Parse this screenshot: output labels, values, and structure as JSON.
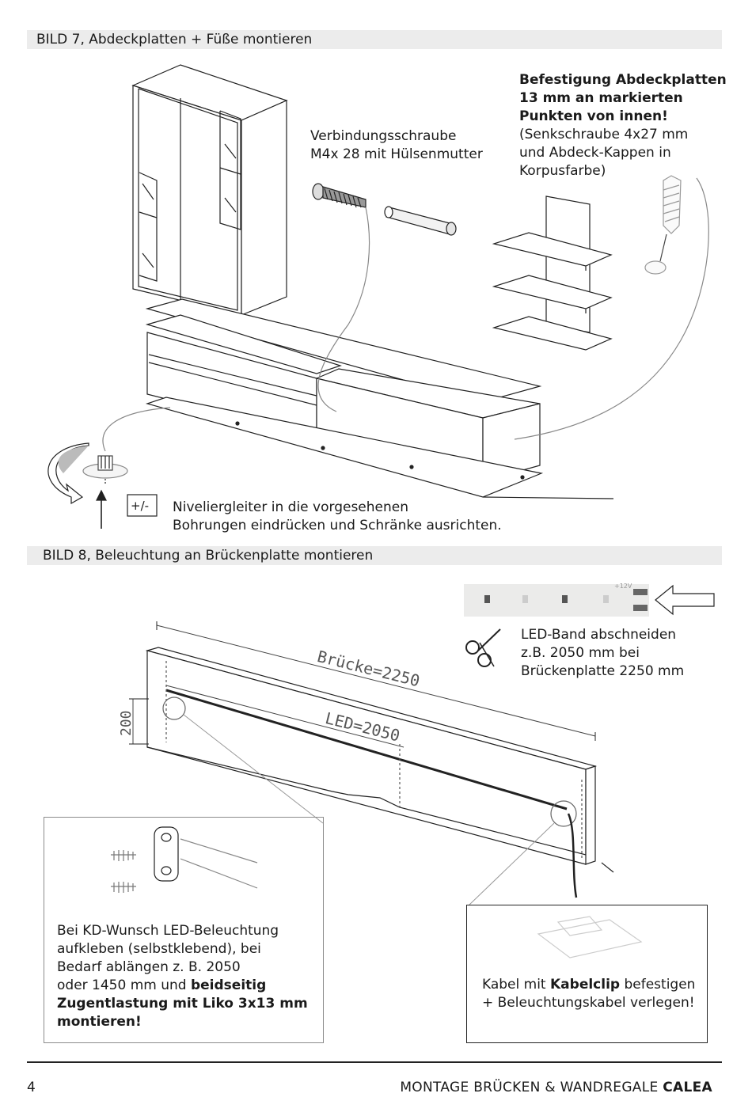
{
  "section7": {
    "heading": "BILD 7, Abdeckplatten + Füße montieren",
    "screw_label": [
      "Verbindungsschraube",
      "M4x 28 mit Hülsenmutter"
    ],
    "cover_title": [
      "Befestigung Abdeckplatten",
      "13 mm an markierten",
      "Punkten von innen!"
    ],
    "cover_detail": [
      "(Senkschraube 4x27 mm",
      "und Abdeck-Kappen in",
      "Korpusfarbe)"
    ],
    "plus_minus": "+/-",
    "leveler_label": [
      "Niveliergleiter in die vorgesehenen",
      "Bohrungen eindrücken und Schränke ausrichten."
    ]
  },
  "section8": {
    "heading": "BILD 8, Beleuchtung an Brückenplatte montieren",
    "strip_voltage": "+12V",
    "cut_label": [
      "LED-Band abschneiden",
      "z.B. 2050 mm bei",
      "Brückenplatte 2250 mm"
    ],
    "dim_bridge": "Brücke=2250",
    "dim_led": "LED=2050",
    "dim_height": "200",
    "note_left_normal": [
      "Bei KD-Wunsch LED-Beleuchtung",
      "aufkleben (selbstklebend), bei",
      "Bedarf ablängen z. B. 2050",
      "oder 1450 mm und "
    ],
    "note_left_bold": [
      "beidseitig",
      "Zugentlastung mit Liko 3x13 mm",
      "montieren!"
    ],
    "note_right": {
      "part1": "Kabel mit ",
      "bold": "Kabelclip",
      "part2": " befestigen",
      "line2": "+ Beleuchtungskabel verlegen!"
    }
  },
  "footer": {
    "page_number": "4",
    "title_normal": "MONTAGE BRÜCKEN & WANDREGALE ",
    "title_bold": "CALEA"
  }
}
